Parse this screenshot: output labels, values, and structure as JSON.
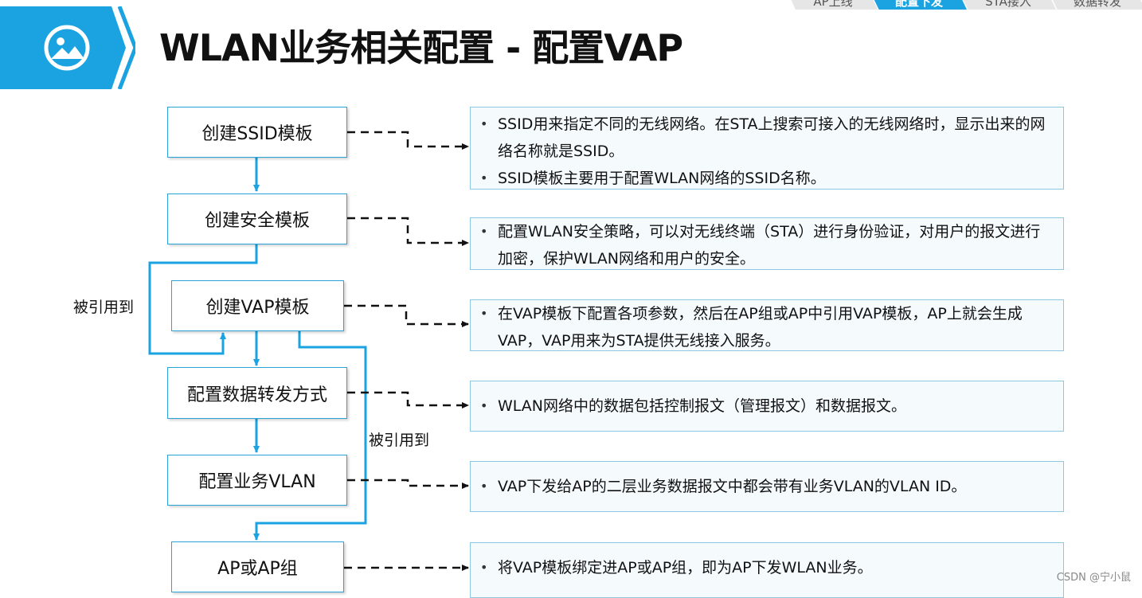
{
  "title": "WLAN业务相关配置 - 配置VAP",
  "breadcrumb": [
    {
      "label": "AP上线",
      "active": false
    },
    {
      "label": "配置下发",
      "active": true
    },
    {
      "label": "STA接入",
      "active": false
    },
    {
      "label": "数据转发",
      "active": false
    }
  ],
  "header_icon": "image-icon",
  "steps": [
    {
      "label": "创建SSID模板"
    },
    {
      "label": "创建安全模板"
    },
    {
      "label": "创建VAP模板"
    },
    {
      "label": "配置数据转发方式"
    },
    {
      "label": "配置业务VLAN"
    },
    {
      "label": "AP或AP组"
    }
  ],
  "descriptions": [
    {
      "items": [
        "SSID用来指定不同的无线网络。在STA上搜索可接入的无线网络时，显示出来的网络名称就是SSID。",
        "SSID模板主要用于配置WLAN网络的SSID名称。"
      ]
    },
    {
      "items": [
        "配置WLAN安全策略，可以对无线终端（STA）进行身份验证，对用户的报文进行加密，保护WLAN网络和用户的安全。"
      ]
    },
    {
      "items": [
        "在VAP模板下配置各项参数，然后在AP组或AP中引用VAP模板，AP上就会生成VAP，VAP用来为STA提供无线接入服务。"
      ]
    },
    {
      "items": [
        "WLAN网络中的数据包括控制报文（管理报文）和数据报文。"
      ]
    },
    {
      "items": [
        "VAP下发给AP的二层业务数据报文中都会带有业务VLAN的VLAN ID。"
      ]
    },
    {
      "items": [
        "将VAP模板绑定进AP或AP组，即为AP下发WLAN业务。"
      ]
    }
  ],
  "side_labels": {
    "left": "被引用到",
    "right": "被引用到"
  },
  "colors": {
    "accent": "#1aa3e0",
    "box_border": "#2aa3d9",
    "desc_border": "#8cc8e2",
    "line": "#1aa3e0"
  },
  "watermark": "CSDN @宁小鼠"
}
